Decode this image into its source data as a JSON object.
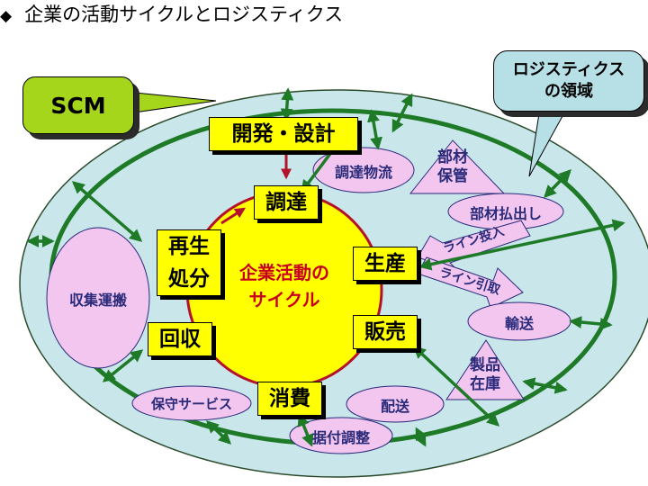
{
  "title": {
    "bullet": "◆",
    "text": "企業の活動サイクルとロジスティクス"
  },
  "callouts": {
    "scm": "SCM",
    "logistics_line1": "ロジスティクス",
    "logistics_line2": "の領域"
  },
  "center": {
    "line1": "企業活動の",
    "line2": "サイクル"
  },
  "stages": {
    "kaihatsu": "開発・設計",
    "chotatsu": "調達",
    "seisan": "生産",
    "hanbai": "販売",
    "shohi": "消費",
    "kaishu": "回収",
    "saisei_1": "再生",
    "saisei_2": "処分"
  },
  "logistics": {
    "chotatsu_butsuryu": "調達物流",
    "buzai_hokan_1": "部材",
    "buzai_hokan_2": "保管",
    "buzai_haraidashi": "部材払出し",
    "line_tonyu": "ライン投入",
    "line_hikitori": "ライン引取",
    "yuso": "輸送",
    "seihin_zaiko_1": "製品",
    "seihin_zaiko_2": "在庫",
    "haiso": "配送",
    "suetsuke_chosei": "据付調整",
    "hoshu_service": "保守サービス",
    "shushu_unpan": "収集運搬"
  },
  "colors": {
    "outer_ellipse_fill": "#c9e7eb",
    "ring_green": "#1f7a28",
    "cycle_yellow": "#ffff00",
    "cycle_border": "#b3132a",
    "bubble_pink": "#f2c6ef",
    "label_text": "#2a2a7a",
    "scm_green": "#a6d61c",
    "callout_blue": "#b7dfe6"
  }
}
